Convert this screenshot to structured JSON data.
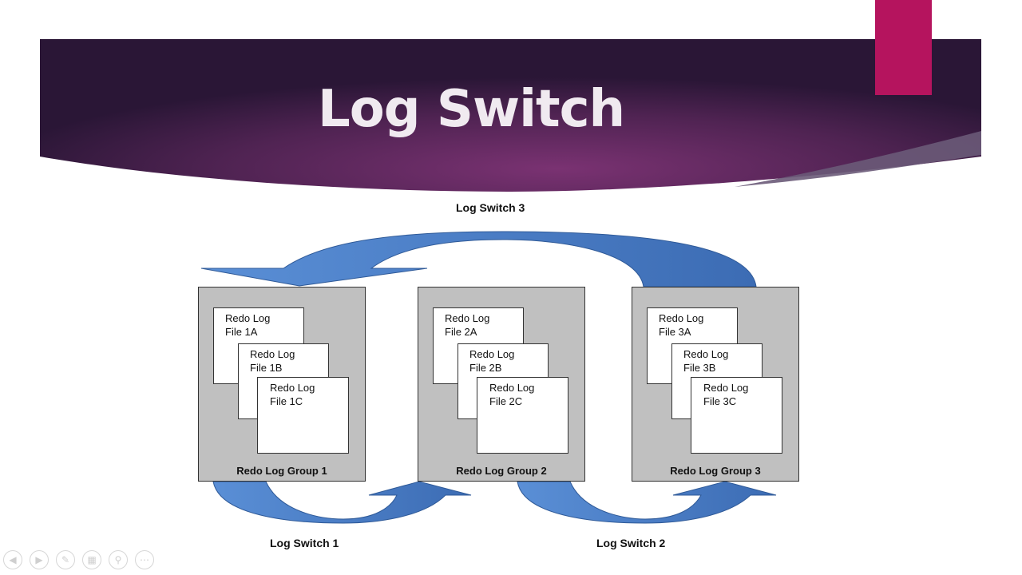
{
  "slide": {
    "title": "Log Switch",
    "colors": {
      "banner_dark": "#3a1a40",
      "banner_mid": "#6b2c62",
      "accent_pink": "#b5145e",
      "arrow_blue": "#4a7ec8"
    }
  },
  "diagram": {
    "switch_labels": [
      "Log Switch 3",
      "Log Switch 1",
      "Log Switch 2"
    ],
    "groups": [
      {
        "label": "Redo Log Group 1",
        "files": [
          [
            "Redo Log",
            "File 1A"
          ],
          [
            "Redo Log",
            "File 1B"
          ],
          [
            "Redo Log",
            "File 1C"
          ]
        ]
      },
      {
        "label": "Redo Log Group 2",
        "files": [
          [
            "Redo Log",
            "File 2A"
          ],
          [
            "Redo Log",
            "File 2B"
          ],
          [
            "Redo Log",
            "File 2C"
          ]
        ]
      },
      {
        "label": "Redo Log Group 3",
        "files": [
          [
            "Redo Log",
            "File 3A"
          ],
          [
            "Redo Log",
            "File 3B"
          ],
          [
            "Redo Log",
            "File 3C"
          ]
        ]
      }
    ]
  },
  "controls": [
    "prev-icon",
    "next-icon",
    "pen-icon",
    "slides-icon",
    "zoom-icon",
    "more-icon"
  ]
}
